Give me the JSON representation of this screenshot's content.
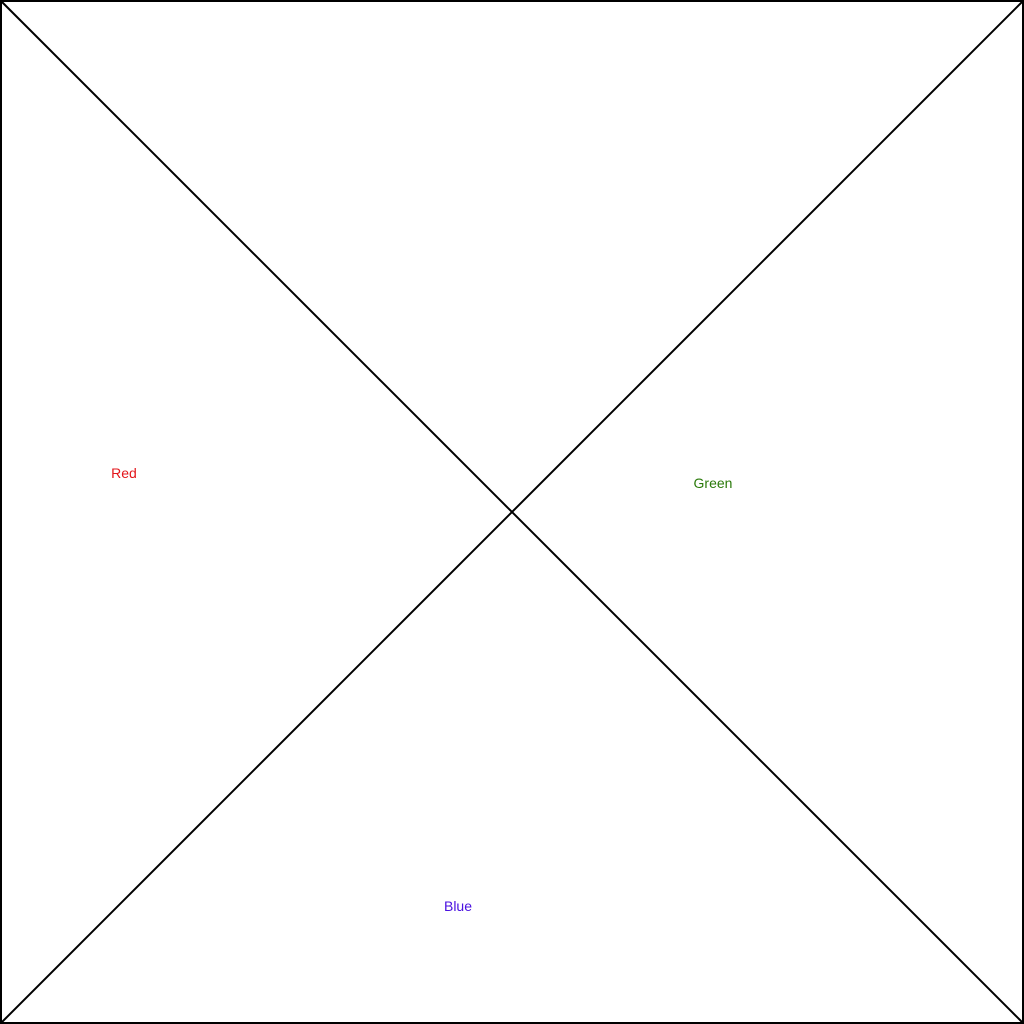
{
  "diagram": {
    "frame_color": "#000000",
    "regions": [
      {
        "id": "left",
        "label": "Red",
        "color": "#e3161b"
      },
      {
        "id": "right",
        "label": "Green",
        "color": "#2a7a0a"
      },
      {
        "id": "bottom",
        "label": "Blue",
        "color": "#4b12e0"
      }
    ]
  }
}
